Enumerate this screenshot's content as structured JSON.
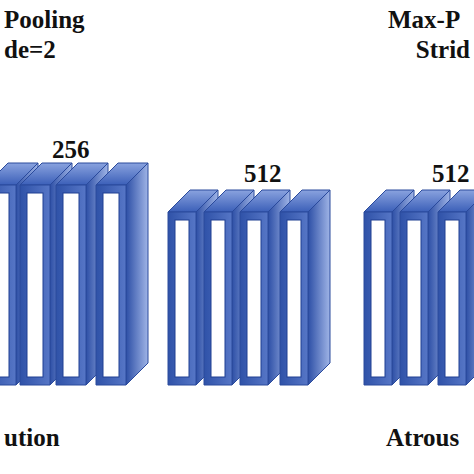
{
  "diagram": {
    "labels": [
      "Pooling",
      "de=2",
      "Max-P",
      "Strid",
      "256",
      "512",
      "512",
      "ution",
      "Atrous"
    ]
  }
}
